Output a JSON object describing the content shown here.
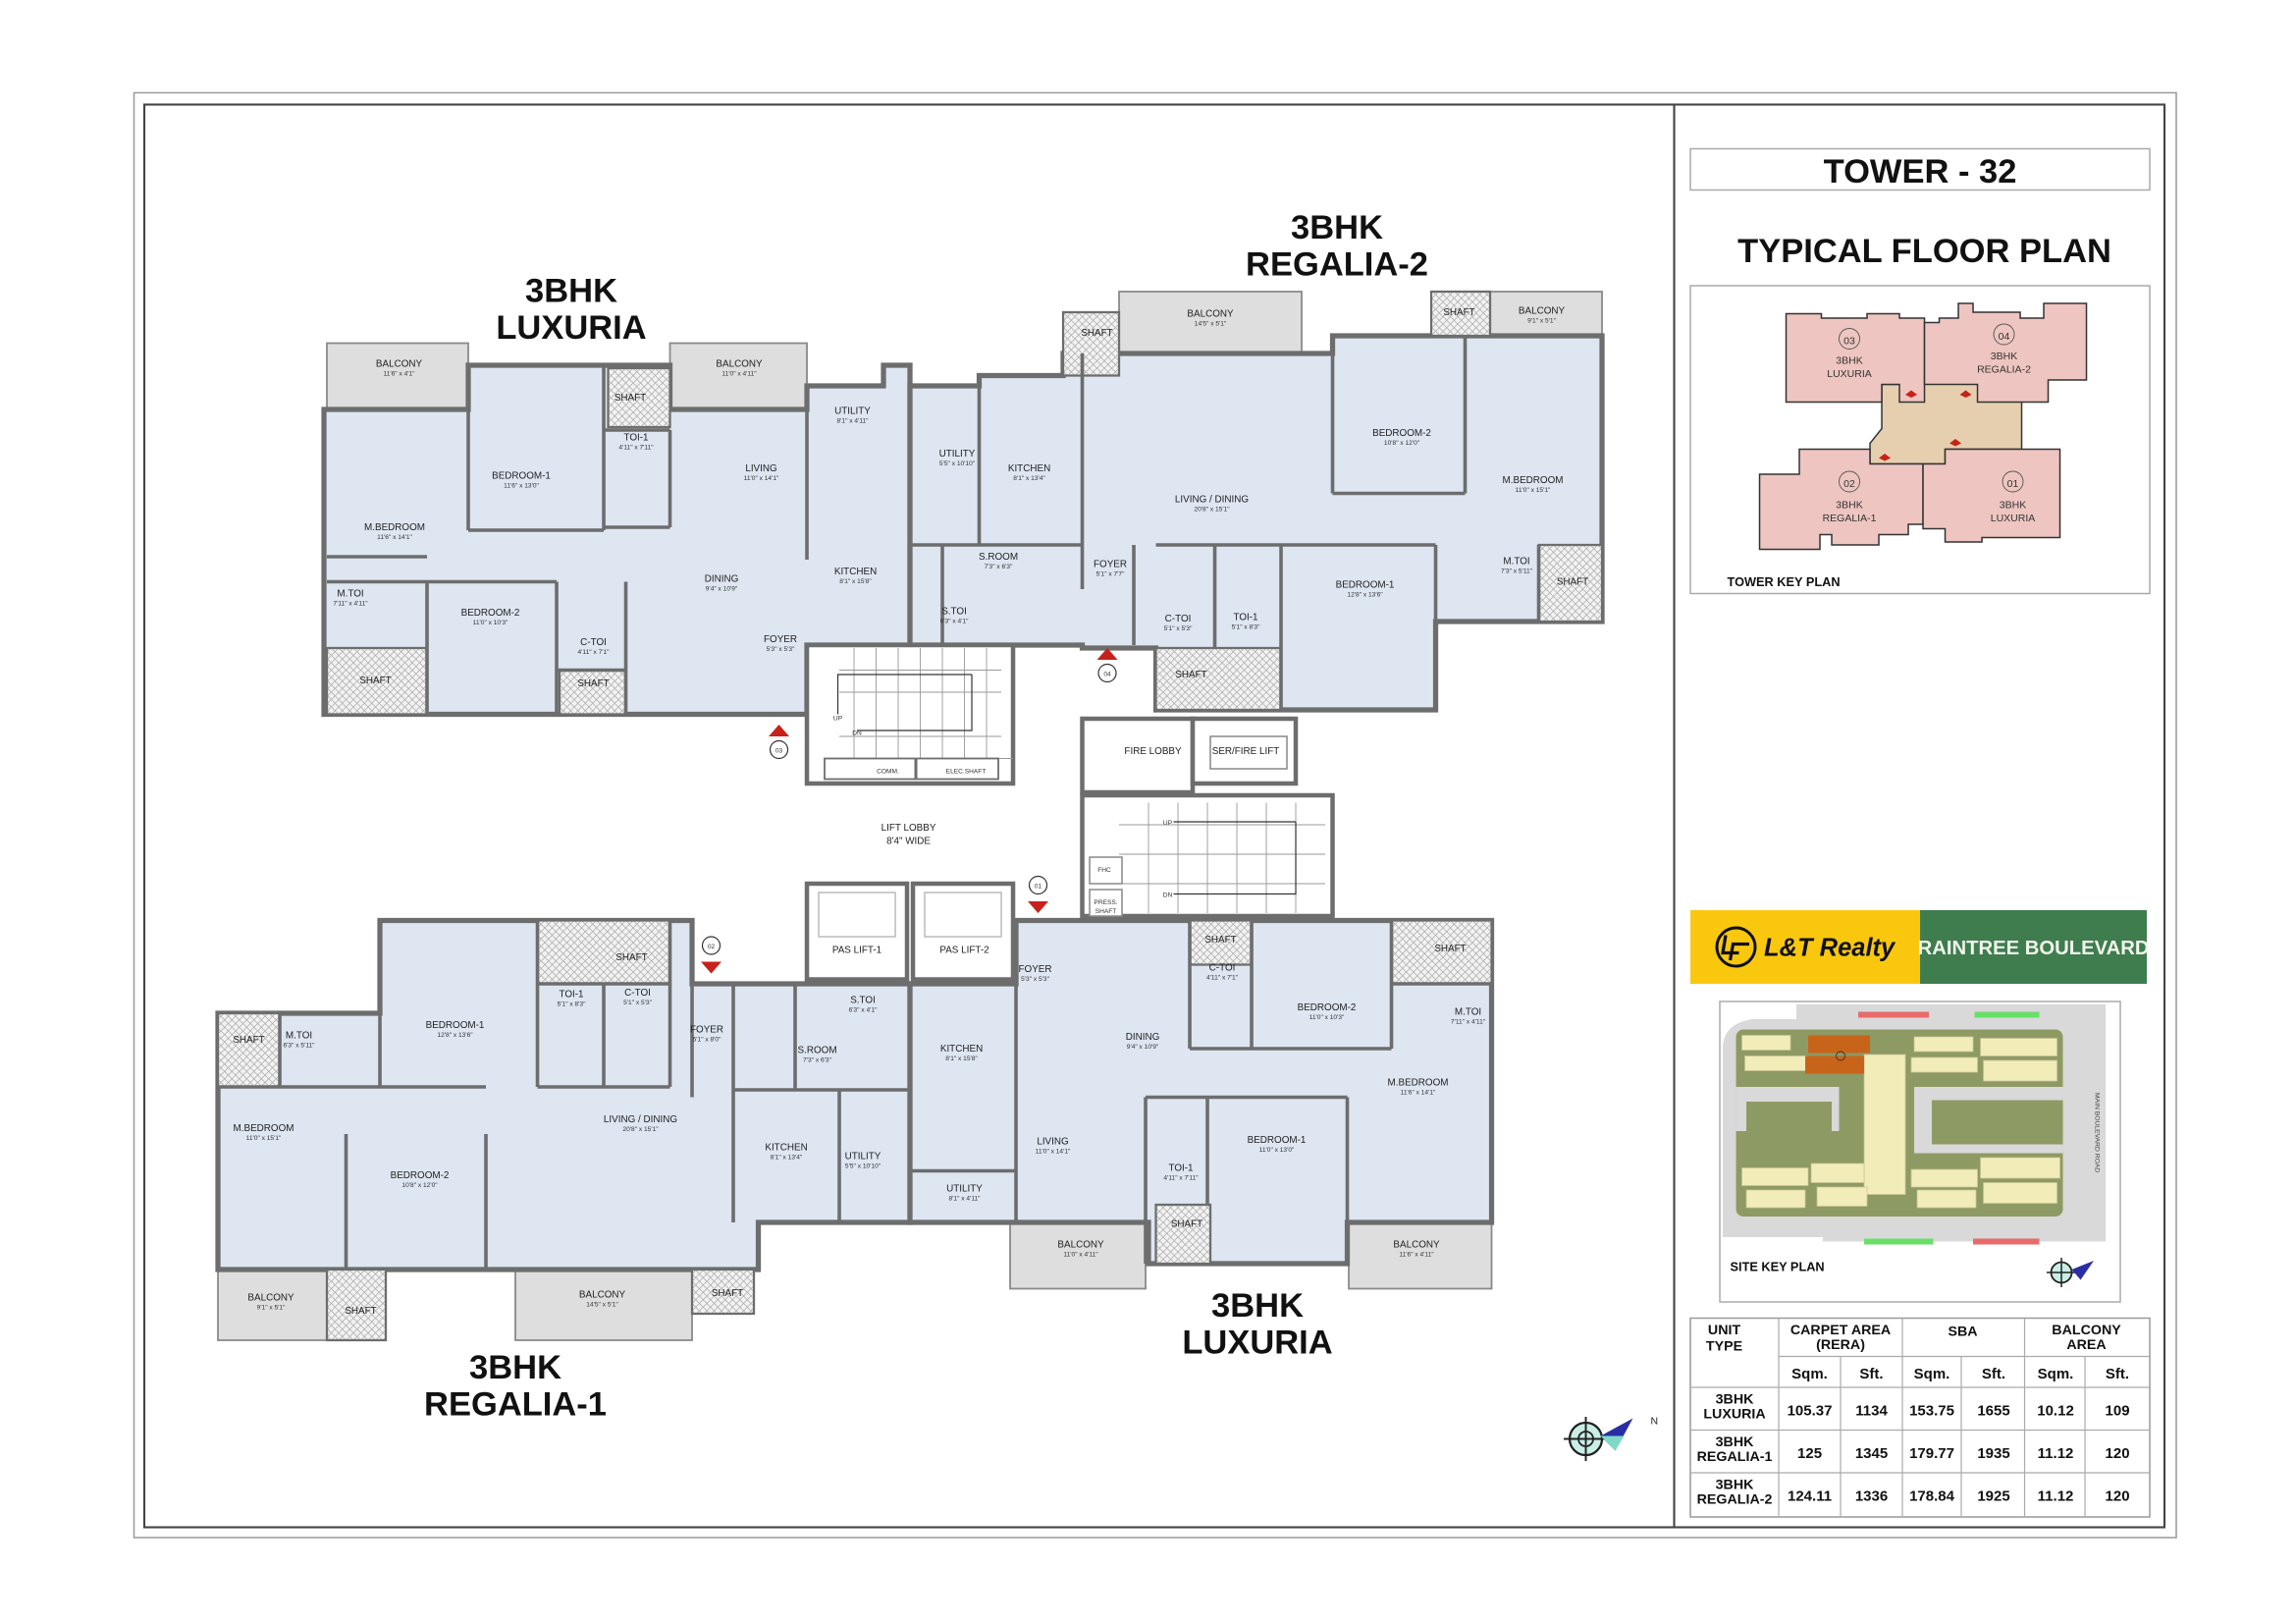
{
  "sheet": {
    "tower_title": "TOWER - 32",
    "plan_title": "TYPICAL FLOOR PLAN",
    "tower_key_plan_label": "TOWER KEY PLAN",
    "site_key_plan_label": "SITE KEY PLAN",
    "site_road_label": "MAIN BOULEVARD ROAD",
    "brand": "L&T Realty",
    "project": "RAINTREE BOULEVARD",
    "colors": {
      "brand_yellow": "#f9c80e",
      "project_green": "#3f7d4e",
      "room_fill": "#dde6f1",
      "wall": "#6d6d6d",
      "selected_tower": "#c8641a"
    }
  },
  "tower_key_plan": [
    {
      "no": "03",
      "line1": "3BHK",
      "line2": "LUXURIA"
    },
    {
      "no": "04",
      "line1": "3BHK",
      "line2": "REGALIA-2"
    },
    {
      "no": "02",
      "line1": "3BHK",
      "line2": "REGALIA-1"
    },
    {
      "no": "01",
      "line1": "3BHK",
      "line2": "LUXURIA"
    }
  ],
  "area_table": {
    "headers": {
      "unit_type": [
        "UNIT",
        "TYPE"
      ],
      "carpet": [
        "CARPET AREA",
        "(RERA)"
      ],
      "sba": "SBA",
      "balcony": [
        "BALCONY",
        "AREA"
      ]
    },
    "subheaders": [
      "Sqm.",
      "Sft.",
      "Sqm.",
      "Sft.",
      "Sqm.",
      "Sft."
    ],
    "rows": [
      {
        "type": [
          "3BHK",
          "LUXURIA"
        ],
        "values": [
          "105.37",
          "1134",
          "153.75",
          "1655",
          "10.12",
          "109"
        ]
      },
      {
        "type": [
          "3BHK",
          "REGALIA-1"
        ],
        "values": [
          "125",
          "1345",
          "179.77",
          "1935",
          "11.12",
          "120"
        ]
      },
      {
        "type": [
          "3BHK",
          "REGALIA-2"
        ],
        "values": [
          "124.11",
          "1336",
          "178.84",
          "1925",
          "11.12",
          "120"
        ]
      }
    ]
  },
  "floor_plan": {
    "units": [
      {
        "no": "03",
        "title": [
          "3BHK",
          "LUXURIA"
        ],
        "rooms": [
          {
            "name": "BALCONY",
            "dim": "11'6\" x 4'1\""
          },
          {
            "name": "BALCONY",
            "dim": "11'0\" x 4'11\""
          },
          {
            "name": "SHAFT",
            "dim": ""
          },
          {
            "name": "TOI-1",
            "dim": "4'11\" x 7'11\""
          },
          {
            "name": "BEDROOM-1",
            "dim": "11'6\" x 13'0\""
          },
          {
            "name": "LIVING",
            "dim": "11'0\" x 14'1\""
          },
          {
            "name": "UTILITY",
            "dim": "8'1\" x 4'11\""
          },
          {
            "name": "KITCHEN",
            "dim": "8'1\" x 15'8\""
          },
          {
            "name": "M.BEDROOM",
            "dim": "11'6\" x 14'1\""
          },
          {
            "name": "DINING",
            "dim": "9'4\" x 10'9\""
          },
          {
            "name": "M.TOI",
            "dim": "7'11\" x 4'11\""
          },
          {
            "name": "BEDROOM-2",
            "dim": "11'0\" x 10'3\""
          },
          {
            "name": "C-TOI",
            "dim": "4'11\" x 7'1\""
          },
          {
            "name": "FOYER",
            "dim": "5'3\" x 5'3\""
          },
          {
            "name": "SHAFT",
            "dim": ""
          },
          {
            "name": "SHAFT",
            "dim": ""
          }
        ]
      },
      {
        "no": "04",
        "title": [
          "3BHK",
          "REGALIA-2"
        ],
        "rooms": [
          {
            "name": "UTILITY",
            "dim": "5'5\" x 10'10\""
          },
          {
            "name": "KITCHEN",
            "dim": "8'1\" x 13'4\""
          },
          {
            "name": "SHAFT",
            "dim": ""
          },
          {
            "name": "BALCONY",
            "dim": "14'5\" x 5'1\""
          },
          {
            "name": "LIVING / DINING",
            "dim": "20'8\" x 15'1\""
          },
          {
            "name": "BEDROOM-2",
            "dim": "10'8\" x 12'0\""
          },
          {
            "name": "SHAFT",
            "dim": ""
          },
          {
            "name": "BALCONY",
            "dim": "9'1\" x 5'1\""
          },
          {
            "name": "M.BEDROOM",
            "dim": "11'0\" x 15'1\""
          },
          {
            "name": "S.ROOM",
            "dim": "7'3\" x 6'3\""
          },
          {
            "name": "S.TOI",
            "dim": "6'3\" x 4'1\""
          },
          {
            "name": "FOYER",
            "dim": "5'1\" x 7'7\""
          },
          {
            "name": "C-TOI",
            "dim": "5'1\" x 5'3\""
          },
          {
            "name": "TOI-1",
            "dim": "5'1\" x 8'3\""
          },
          {
            "name": "BEDROOM-1",
            "dim": "12'8\" x 13'6\""
          },
          {
            "name": "M.TOI",
            "dim": "7'3\" x 5'11\""
          },
          {
            "name": "SHAFT",
            "dim": ""
          },
          {
            "name": "SHAFT",
            "dim": ""
          }
        ]
      },
      {
        "no": "02",
        "title": [
          "3BHK",
          "REGALIA-1"
        ],
        "rooms": [
          {
            "name": "SHAFT",
            "dim": ""
          },
          {
            "name": "M.TOI",
            "dim": "6'3\" x 5'11\""
          },
          {
            "name": "BEDROOM-1",
            "dim": "12'8\" x 13'6\""
          },
          {
            "name": "TOI-1",
            "dim": "5'1\" x 8'3\""
          },
          {
            "name": "C-TOI",
            "dim": "5'1\" x 5'3\""
          },
          {
            "name": "SHAFT",
            "dim": ""
          },
          {
            "name": "FOYER",
            "dim": "5'1\" x 8'0\""
          },
          {
            "name": "S.ROOM",
            "dim": "7'3\" x 6'3\""
          },
          {
            "name": "S.TOI",
            "dim": "6'3\" x 4'1\""
          },
          {
            "name": "M.BEDROOM",
            "dim": "11'0\" x 15'1\""
          },
          {
            "name": "LIVING / DINING",
            "dim": "20'8\" x 15'1\""
          },
          {
            "name": "BEDROOM-2",
            "dim": "10'8\" x 12'0\""
          },
          {
            "name": "KITCHEN",
            "dim": "8'1\" x 13'4\""
          },
          {
            "name": "UTILITY",
            "dim": "5'5\" x 10'10\""
          },
          {
            "name": "BALCONY",
            "dim": "9'1\" x 5'1\""
          },
          {
            "name": "SHAFT",
            "dim": ""
          },
          {
            "name": "BALCONY",
            "dim": "14'5\" x 5'1\""
          },
          {
            "name": "SHAFT",
            "dim": ""
          }
        ]
      },
      {
        "no": "01",
        "title": [
          "3BHK",
          "LUXURIA"
        ],
        "rooms": [
          {
            "name": "FOYER",
            "dim": "5'3\" x 5'3\""
          },
          {
            "name": "SHAFT",
            "dim": ""
          },
          {
            "name": "C-TOI",
            "dim": "4'11\" x 7'1\""
          },
          {
            "name": "DINING",
            "dim": "9'4\" x 10'9\""
          },
          {
            "name": "BEDROOM-2",
            "dim": "11'0\" x 10'3\""
          },
          {
            "name": "SHAFT",
            "dim": ""
          },
          {
            "name": "M.TOI",
            "dim": "7'11\" x 4'11\""
          },
          {
            "name": "KITCHEN",
            "dim": "8'1\" x 15'8\""
          },
          {
            "name": "M.BEDROOM",
            "dim": "11'6\" x 14'1\""
          },
          {
            "name": "LIVING",
            "dim": "11'0\" x 14'1\""
          },
          {
            "name": "BEDROOM-1",
            "dim": "11'0\" x 13'0\""
          },
          {
            "name": "TOI-1",
            "dim": "4'11\" x 7'11\""
          },
          {
            "name": "UTILITY",
            "dim": "8'1\" x 4'11\""
          },
          {
            "name": "SHAFT",
            "dim": ""
          },
          {
            "name": "BALCONY",
            "dim": "11'0\" x 4'11\""
          },
          {
            "name": "BALCONY",
            "dim": "11'6\" x 4'11\""
          }
        ]
      }
    ],
    "core": {
      "lift_lobby": [
        "LIFT LOBBY",
        "8'4\" WIDE"
      ],
      "fire_lobby": "FIRE LOBBY",
      "ser_fire_lift": "SER/FIRE LIFT",
      "pas_lift_1": "PAS LIFT-1",
      "pas_lift_2": "PAS LIFT-2",
      "comm": "COMM.",
      "elec_shaft": "ELEC.SHAFT",
      "fhc": "FHC",
      "press_shaft": [
        "PRESS.",
        "SHAFT"
      ],
      "up": "UP",
      "dn": "DN"
    }
  }
}
